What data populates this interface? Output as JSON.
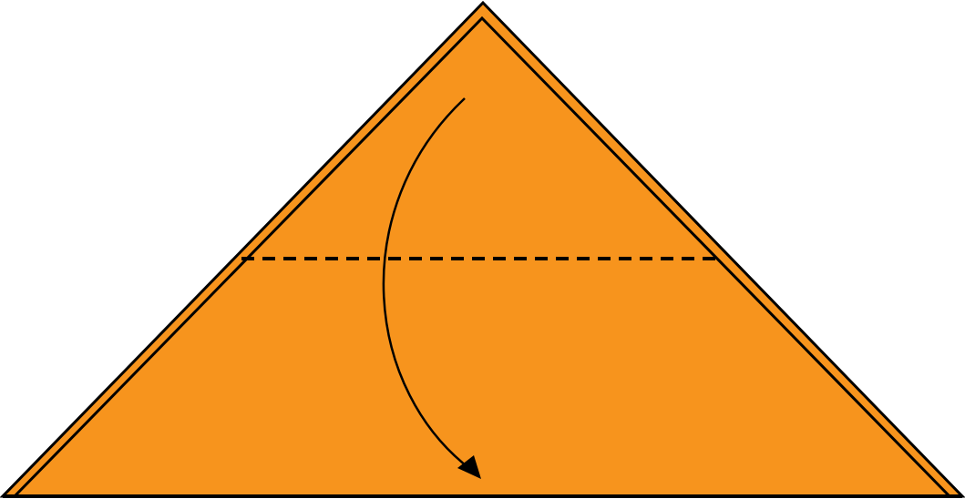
{
  "diagram": {
    "type": "origami-fold-step",
    "shape": "triangle",
    "instruction_marks": [
      "valley-fold-line",
      "fold-direction-arrow"
    ],
    "colors": {
      "paper": "#F7941D",
      "outline": "#000000",
      "fold_line": "#000000",
      "arrow": "#000000",
      "background": "#FFFFFF"
    }
  }
}
